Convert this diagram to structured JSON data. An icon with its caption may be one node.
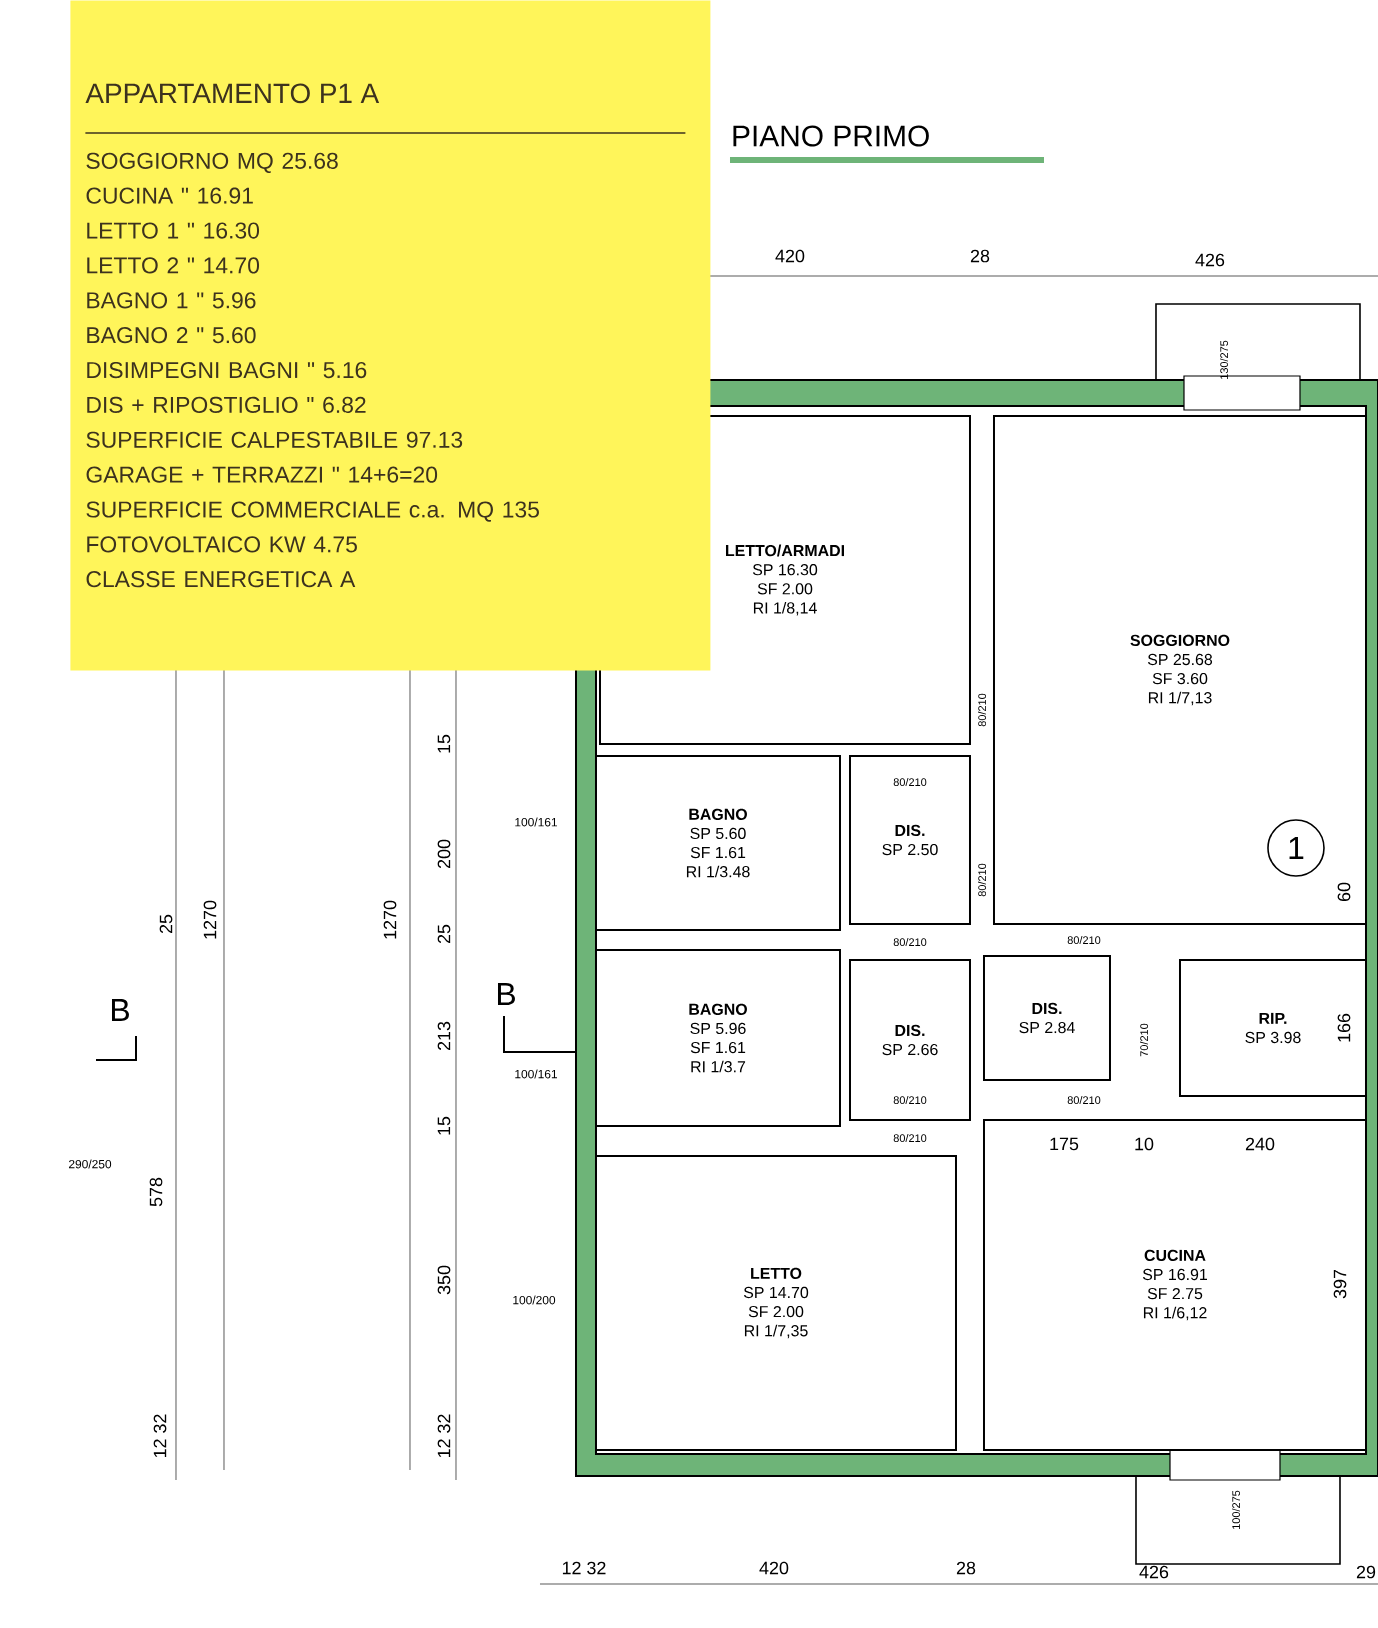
{
  "diagram": {
    "title": "PIANO PRIMO",
    "nodes": [
      {
        "text": [
          "APPARTAMENTO P1 A",
          "SOGGIORNO MQ 25.68",
          "CUCINA \" 16.91",
          "LETTO 1 \" 16.30",
          "LETTO 2 \" 14.70",
          "BAGNO 1 \" 5.96",
          "BAGNO 2 \" 5.60",
          "DISIMPEGNI BAGNI \" 5.16",
          "DIS + RIPOSTIGLIO \" 6.82",
          "SUPERFICIE CALPESTABILE 97.13",
          "GARAGE + TERRAZZI \" 14+6=20",
          "SUPERFICIE COMMERCIALE c.a. MQ 135",
          "FOTOVOLTAICO KW 4.75",
          "CLASSE ENERGETICA A"
        ]
      },
      {
        "text": [
          "LETTO/ARMADI",
          "SP 16.30",
          "SF 2.00",
          "RI 1/8,14"
        ]
      },
      {
        "text": [
          "SOGGIORNO",
          "SP 25.68",
          "SF 3.60",
          "RI 1/7,13"
        ]
      },
      {
        "text": [
          "BAGNO",
          "SP 5.60",
          "SF 1.61",
          "RI 1/3.48"
        ]
      },
      {
        "text": [
          "DIS.",
          "SP 2.50"
        ]
      },
      {
        "text": [
          "BAGNO",
          "SP 5.96",
          "SF 1.61",
          "RI 1/3.7"
        ]
      },
      {
        "text": [
          "DIS.",
          "SP 2.66"
        ]
      },
      {
        "text": [
          "DIS.",
          "SP 2.84"
        ]
      },
      {
        "text": [
          "RIP.",
          "SP 3.98"
        ]
      },
      {
        "text": [
          "LETTO",
          "SP 14.70",
          "SF 2.00",
          "RI 1/7,35"
        ]
      },
      {
        "text": [
          "CUCINA",
          "SP 16.91",
          "SF 2.75",
          "RI 1/6,12"
        ]
      },
      {
        "text": [
          "1"
        ],
        "in": 2
      }
    ],
    "labels": [
      "420",
      "28",
      "426",
      "130/275",
      "290/250",
      "25",
      "1270",
      "578",
      "12 32",
      "1270",
      "15",
      "200",
      "25",
      "213",
      "15",
      "350",
      "12 32",
      "B",
      "B",
      "100/161",
      "100/161",
      "100/200",
      "80/210",
      "80/210",
      "80/210",
      "80/210",
      "80/210",
      "70/210",
      "80/210",
      "80/210",
      "80/210",
      "175",
      "10",
      "240",
      "60",
      "166",
      "397",
      "100/275",
      "12 32",
      "420",
      "28",
      "426",
      "29"
    ]
  }
}
